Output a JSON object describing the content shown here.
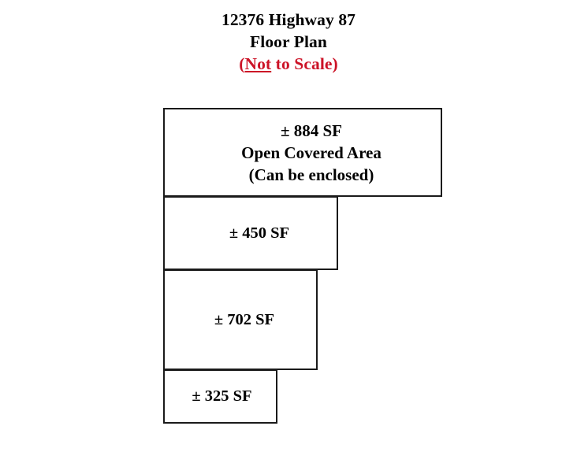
{
  "document": {
    "title_lines": [
      {
        "text": "12376 Highway 87",
        "color": "#000000"
      },
      {
        "text": "Floor Plan",
        "color": "#000000"
      }
    ],
    "scale_note": {
      "open_paren": "(",
      "underlined_word": "Not",
      "rest": " to Scale)",
      "color": "#cc1327"
    }
  },
  "floor_plan": {
    "boxes": [
      {
        "id": "open-covered-area",
        "lines": [
          "± 884 SF",
          "Open Covered Area",
          "(Can be enclosed)"
        ],
        "area_sf": 884,
        "label": "Open Covered Area",
        "note": "(Can be enclosed)"
      },
      {
        "id": "area-450",
        "lines": [
          "± 450 SF"
        ],
        "area_sf": 450
      },
      {
        "id": "area-702",
        "lines": [
          "± 702 SF"
        ],
        "area_sf": 702
      },
      {
        "id": "area-325",
        "lines": [
          "± 325 SF"
        ],
        "area_sf": 325
      }
    ],
    "border_color": "#1a1a1a",
    "fill_color": "#ffffff"
  }
}
